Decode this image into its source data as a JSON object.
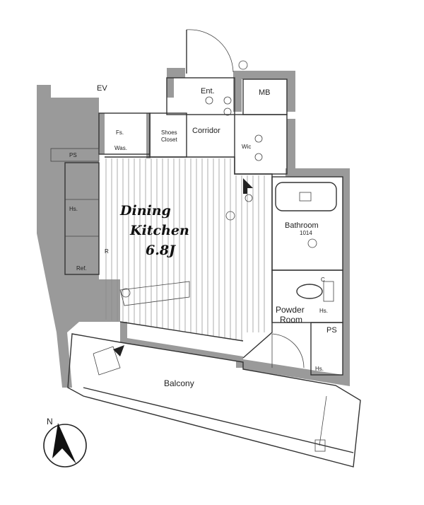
{
  "rooms": {
    "ev": "EV",
    "ent": "Ent.",
    "mb": "MB",
    "shoes_closet_line1": "Shoes",
    "shoes_closet_line2": "Closet",
    "corridor": "Corridor",
    "wic": "Wic",
    "ps_left": "PS",
    "ps_right": "PS",
    "fs": "Fs.",
    "was": "Was.",
    "hs_left": "Hs.",
    "ref": "Ref.",
    "r_mark": "R",
    "dining_line1": "Dining",
    "dining_line2": "Kitchen",
    "dining_size": "6.8J",
    "bathroom": "Bathroom",
    "bathroom_size": "1014",
    "c_mark": "C",
    "hs_bath": "Hs.",
    "powder_line1": "Powder",
    "powder_line2": "Room",
    "hs_powder": "Hs.",
    "balcony": "Balcony",
    "north": "N"
  },
  "colors": {
    "wall": "#9a9a9a",
    "line": "#333333",
    "background": "#ffffff"
  }
}
